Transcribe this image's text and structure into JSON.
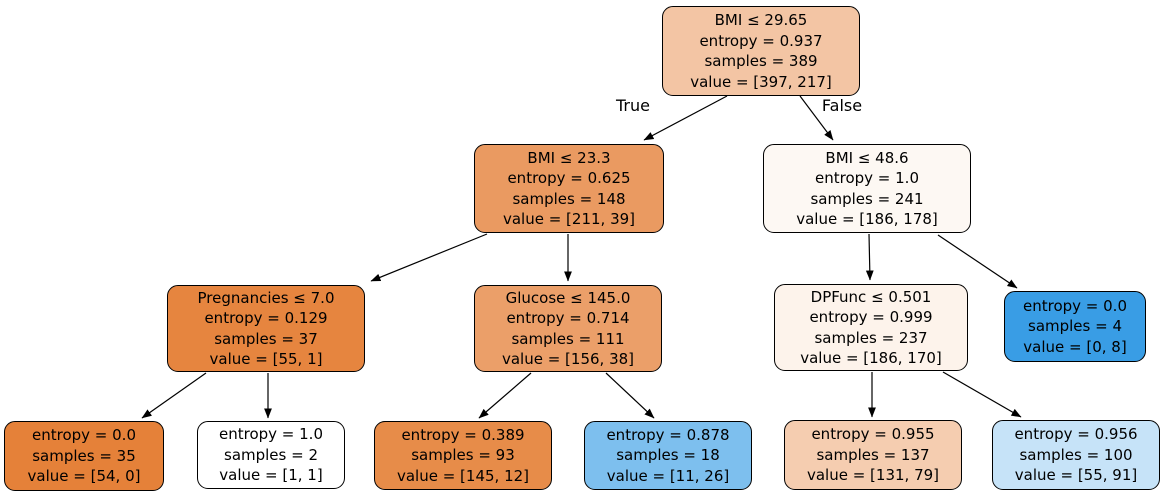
{
  "figure": {
    "kind": "decision-tree",
    "criterion": "entropy",
    "background": "#ffffff",
    "border_color": "#000000",
    "class_colors": {
      "class0": "#e58139",
      "class1": "#399de5"
    }
  },
  "edge_labels": {
    "true_label": "True",
    "false_label": "False"
  },
  "tree": {
    "nodes": [
      {
        "id": 0,
        "condition": "BMI ≤ 29.65",
        "entropy": "entropy = 0.937",
        "samples": "samples = 389",
        "value": "value = [397, 217]",
        "fill": "#f3c5a4"
      },
      {
        "id": 1,
        "condition": "BMI ≤ 23.3",
        "entropy": "entropy = 0.625",
        "samples": "samples = 148",
        "value": "value = [211, 39]",
        "fill": "#ea9a61"
      },
      {
        "id": 2,
        "condition": "BMI ≤ 48.6",
        "entropy": "entropy = 1.0",
        "samples": "samples = 241",
        "value": "value = [186, 178]",
        "fill": "#fdf8f3"
      },
      {
        "id": 3,
        "condition": "Pregnancies ≤ 7.0",
        "entropy": "entropy = 0.129",
        "samples": "samples = 37",
        "value": "value = [55, 1]",
        "fill": "#e6853f"
      },
      {
        "id": 4,
        "condition": "Glucose ≤ 145.0",
        "entropy": "entropy = 0.714",
        "samples": "samples = 111",
        "value": "value = [156, 38]",
        "fill": "#eb9f69"
      },
      {
        "id": 5,
        "condition": "DPFunc ≤ 0.501",
        "entropy": "entropy = 0.999",
        "samples": "samples = 237",
        "value": "value = [186, 170]",
        "fill": "#fdf3eb"
      },
      {
        "id": 6,
        "condition": "",
        "entropy": "entropy = 0.0",
        "samples": "samples = 4",
        "value": "value = [0, 8]",
        "fill": "#399de5"
      },
      {
        "id": 7,
        "condition": "",
        "entropy": "entropy = 0.0",
        "samples": "samples = 35",
        "value": "value = [54, 0]",
        "fill": "#e58139"
      },
      {
        "id": 8,
        "condition": "",
        "entropy": "entropy = 1.0",
        "samples": "samples = 2",
        "value": "value = [1, 1]",
        "fill": "#ffffff"
      },
      {
        "id": 9,
        "condition": "",
        "entropy": "entropy = 0.389",
        "samples": "samples = 93",
        "value": "value = [145, 12]",
        "fill": "#e78c49"
      },
      {
        "id": 10,
        "condition": "",
        "entropy": "entropy = 0.878",
        "samples": "samples = 18",
        "value": "value = [11, 26]",
        "fill": "#7dbfee"
      },
      {
        "id": 11,
        "condition": "",
        "entropy": "entropy = 0.955",
        "samples": "samples = 137",
        "value": "value = [131, 79]",
        "fill": "#f5cdb0"
      },
      {
        "id": 12,
        "condition": "",
        "entropy": "entropy = 0.956",
        "samples": "samples = 100",
        "value": "value = [55, 91]",
        "fill": "#c6e3f8"
      }
    ]
  }
}
